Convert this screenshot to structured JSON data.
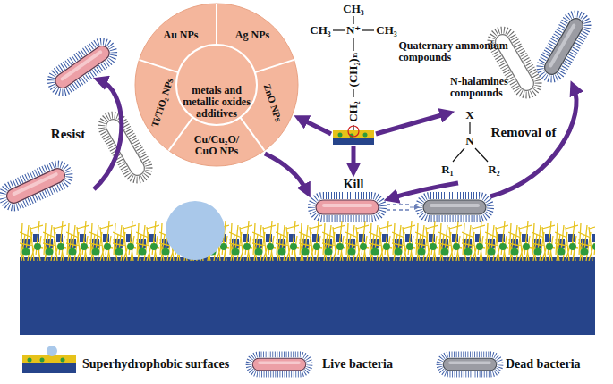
{
  "diagram": {
    "nodes": [
      {
        "text": [
          "metals and metallic oxides additives"
        ]
      },
      {
        "text": [
          "Au NPs"
        ],
        "in": 0
      },
      {
        "text": [
          "Ag NPs"
        ],
        "in": 0
      },
      {
        "text": [
          "ZnO NPs"
        ],
        "in": 0
      },
      {
        "text": [
          "Cu/Cu₂O/ CuO NPs"
        ],
        "in": 0
      },
      {
        "text": [
          "Ti/TiO₂ NPs"
        ],
        "in": 0
      }
    ],
    "labels": [
      "CH₃",
      "CH₃",
      "N⁺",
      "CH₃",
      "(CH₂)ₙ",
      "CH₂",
      "Quaternary ammonium compounds",
      "N-halamines compounds",
      "X",
      "N",
      "R₁",
      "R₂",
      "Resist",
      "Kill",
      "Removal of"
    ],
    "legend": [
      {
        "text": "Superhydrophobic surfaces"
      },
      {
        "text": "Live bacteria"
      },
      {
        "text": "Dead bacteria"
      }
    ]
  }
}
